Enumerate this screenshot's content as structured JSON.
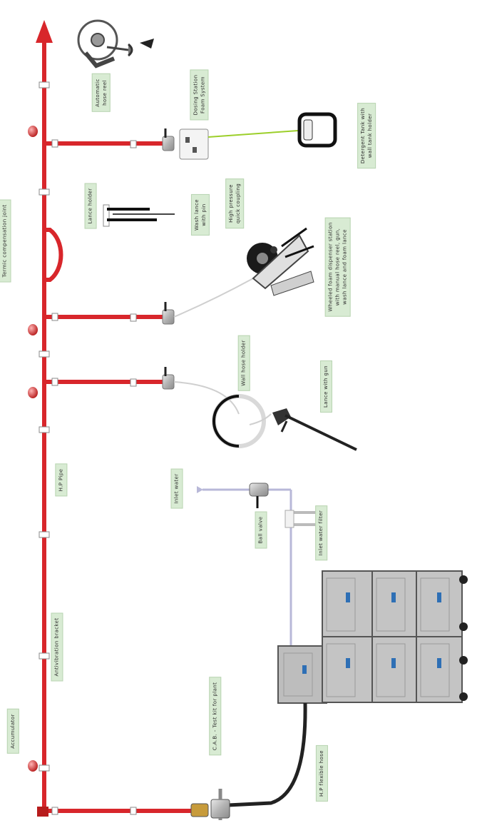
{
  "diagram": {
    "labels": {
      "accumulator": "Accumulator",
      "antivibration_bracket": "Antivibration bracket",
      "hp_pipe": "H.P Pipe",
      "termic_joint": "Termic compensation joint",
      "automatic_hose_reel": "Automatic\nhose reel",
      "lance_holder": "Lance holder",
      "wash_lance": "Wash lance\nwith pin",
      "dosing_station": "Dosing Station\nFoam System",
      "hp_quick_coupling": "High pressure\nquick coupling",
      "detergent_tank": "Detergent Tank with\nwall tank holder",
      "wheeled_foam": "Wheeled foam dispenser station\nwith manual hose reel, gun,\nwash lance and foam lance",
      "wall_hose_holder": "Wall hose holder",
      "lance_with_gun": "Lance with gun",
      "inlet_water": "Inlet water",
      "ball_valve": "Ball valve",
      "inlet_water_filter": "Inlet water filter",
      "cab_test_kit": "C.A.B. - Test kit for plant",
      "hp_flexible_hose": "H.P flexible hose"
    },
    "colors": {
      "hp_pipe": "#d8262b",
      "label_bg": "#d8ebd3",
      "inlet_line": "#b8b8d8",
      "detergent_line": "#9ccf2a",
      "hose": "#222222",
      "machine": "#c9c9c9"
    },
    "icons": [
      "arrow-up-icon",
      "hose-reel-icon",
      "foam-station-icon",
      "detergent-tank-icon",
      "lance-holder-icon",
      "wheeled-foam-station-icon",
      "wall-hose-holder-icon",
      "lance-gun-icon",
      "ball-valve-icon",
      "water-filter-icon",
      "pump-machine-icon",
      "test-kit-icon",
      "accumulator-icon"
    ]
  }
}
